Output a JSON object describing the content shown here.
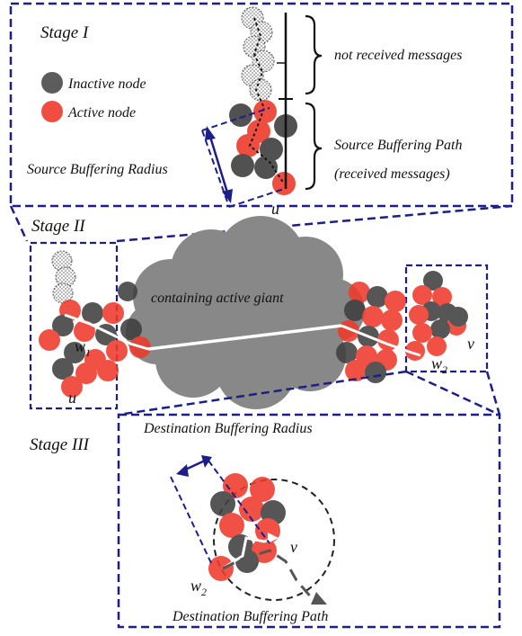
{
  "stages": {
    "stage1": "Stage I",
    "stage2": "Stage II",
    "stage3": "Stage III"
  },
  "legend": {
    "inactive": "Inactive node",
    "active": "Active node"
  },
  "labels": {
    "not_received": "not received messages",
    "source_path_1": "Source Buffering Path",
    "source_path_2": "(received messages)",
    "source_radius": "Source Buffering Radius",
    "cloud": "containing active giant",
    "dest_radius": "Destination Buffering Radius",
    "dest_path": "Destination Buffering Path",
    "u": "u",
    "v": "v",
    "w": "w",
    "sub1": "1",
    "sub2": "2"
  },
  "colors": {
    "active": "#ee3a2b",
    "inactive": "#3f3f3f",
    "frame": "#1c1f8a",
    "cloud": "#888888"
  }
}
